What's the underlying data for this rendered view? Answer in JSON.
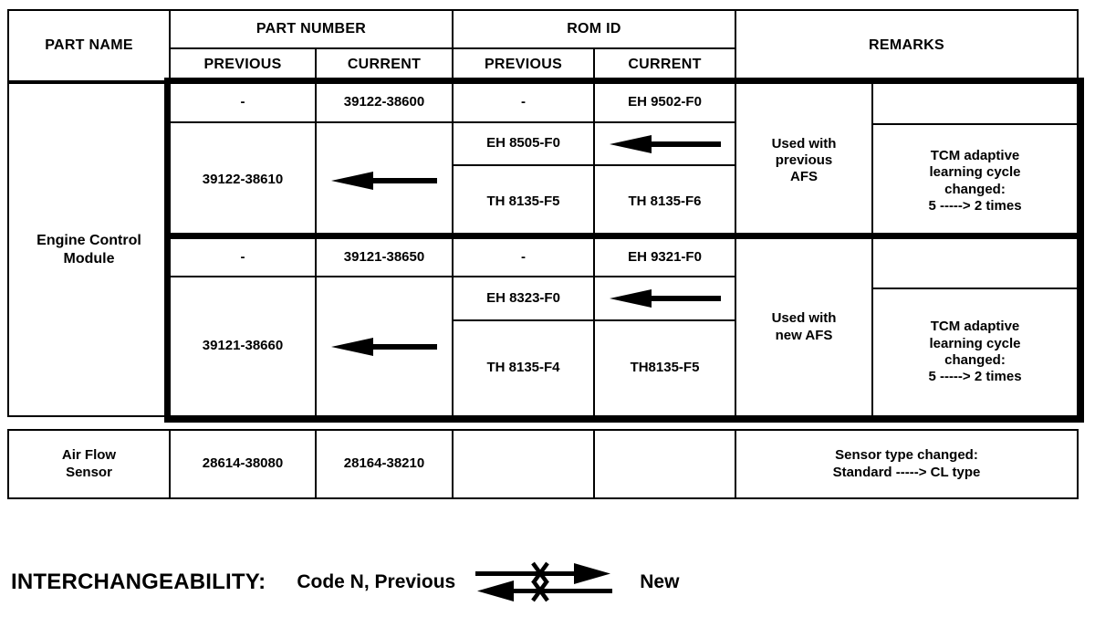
{
  "colors": {
    "ink": "#000000",
    "background": "#ffffff"
  },
  "header": {
    "part_name": "PART NAME",
    "part_number": "PART NUMBER",
    "rom_id": "ROM ID",
    "remarks": "REMARKS",
    "pn_previous": "PREVIOUS",
    "pn_current": "CURRENT",
    "rom_previous": "PREVIOUS",
    "rom_current": "CURRENT"
  },
  "ecm": {
    "part_name_lines": [
      "Engine Control",
      "Module"
    ],
    "block1": {
      "intro_row": {
        "pn_previous": "-",
        "pn_current": "39122-38600",
        "rom_previous": "-",
        "rom_current": "EH 9502-F0"
      },
      "pn_previous": "39122-38610",
      "rom_rows": [
        {
          "previous": "EH 8505-F0"
        },
        {
          "previous": "TH 8135-F5",
          "current": "TH 8135-F6"
        }
      ],
      "remark_usage_lines": [
        "Used with",
        "previous",
        "AFS"
      ],
      "remark_detail_lines": [
        "TCM adaptive",
        "learning cycle",
        "changed:",
        "5 -----> 2 times"
      ]
    },
    "block2": {
      "intro_row": {
        "pn_previous": "-",
        "pn_current": "39121-38650",
        "rom_previous": "-",
        "rom_current": "EH 9321-F0"
      },
      "pn_previous": "39121-38660",
      "rom_rows": [
        {
          "previous": "EH 8323-F0"
        },
        {
          "previous": "TH 8135-F4",
          "current": "TH8135-F5"
        }
      ],
      "remark_usage_lines": [
        "Used with",
        "new AFS"
      ],
      "remark_detail_lines": [
        "TCM adaptive",
        "learning cycle",
        "changed:",
        "5 -----> 2 times"
      ]
    }
  },
  "air_flow_sensor": {
    "part_name_lines": [
      "Air Flow",
      "Sensor"
    ],
    "pn_previous": "28614-38080",
    "pn_current": "28164-38210",
    "rom_previous": "",
    "rom_current": "",
    "remark_lines": [
      "Sensor type changed:",
      "Standard -----> CL type"
    ]
  },
  "legend": {
    "label": "INTERCHANGEABILITY:",
    "code": "Code N, Previous",
    "new_label": "New"
  },
  "icons": {
    "left_arrow": "left-arrow (current same as previous)",
    "legend_arrows": "double-arrow-crossed-x (not interchangeable)"
  }
}
